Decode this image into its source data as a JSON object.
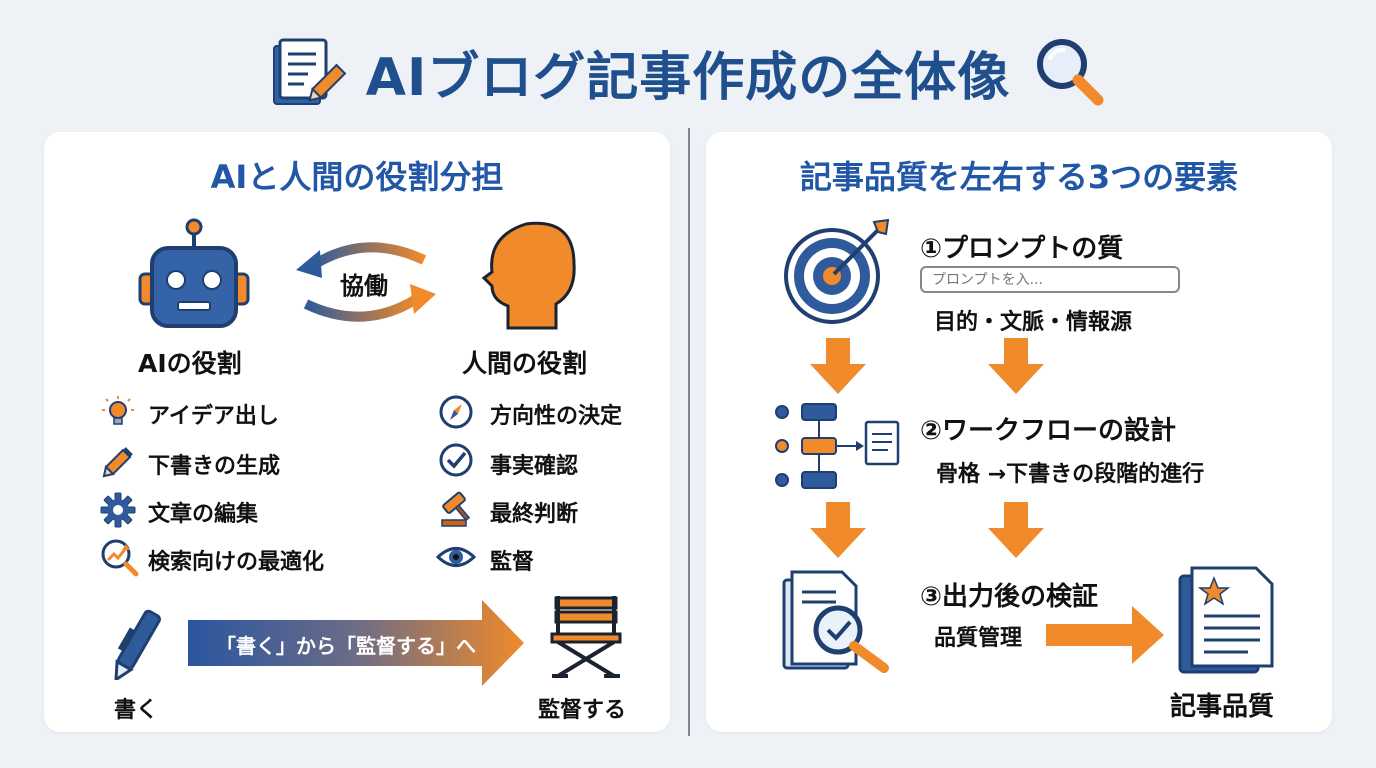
{
  "title": "AIブログ記事作成の全体像",
  "left_panel": {
    "title": "AIと人間の役割分担",
    "collab_label": "協働",
    "ai_role": {
      "title": "AIの役割",
      "items": [
        "アイデア出し",
        "下書きの生成",
        "文章の編集",
        "検索向けの最適化"
      ]
    },
    "human_role": {
      "title": "人間の役割",
      "items": [
        "方向性の決定",
        "事実確認",
        "最終判断",
        "監督"
      ]
    },
    "shift": {
      "from": "書く",
      "banner": "「書く」から「監督する」へ",
      "to": "監督する"
    }
  },
  "right_panel": {
    "title": "記事品質を左右する3つの要素",
    "elements": [
      {
        "title": "①プロンプトの質",
        "placeholder": "プロンプトを入...",
        "sub": "目的・文脈・情報源"
      },
      {
        "title": "②ワークフローの設計",
        "sub": "骨格 →下書きの段階的進行"
      },
      {
        "title": "③出力後の検証",
        "sub": "品質管理"
      }
    ],
    "result": "記事品質"
  },
  "colors": {
    "navy": "#1f4f8c",
    "blue": "#2f63a6",
    "orange": "#f08a2a"
  }
}
